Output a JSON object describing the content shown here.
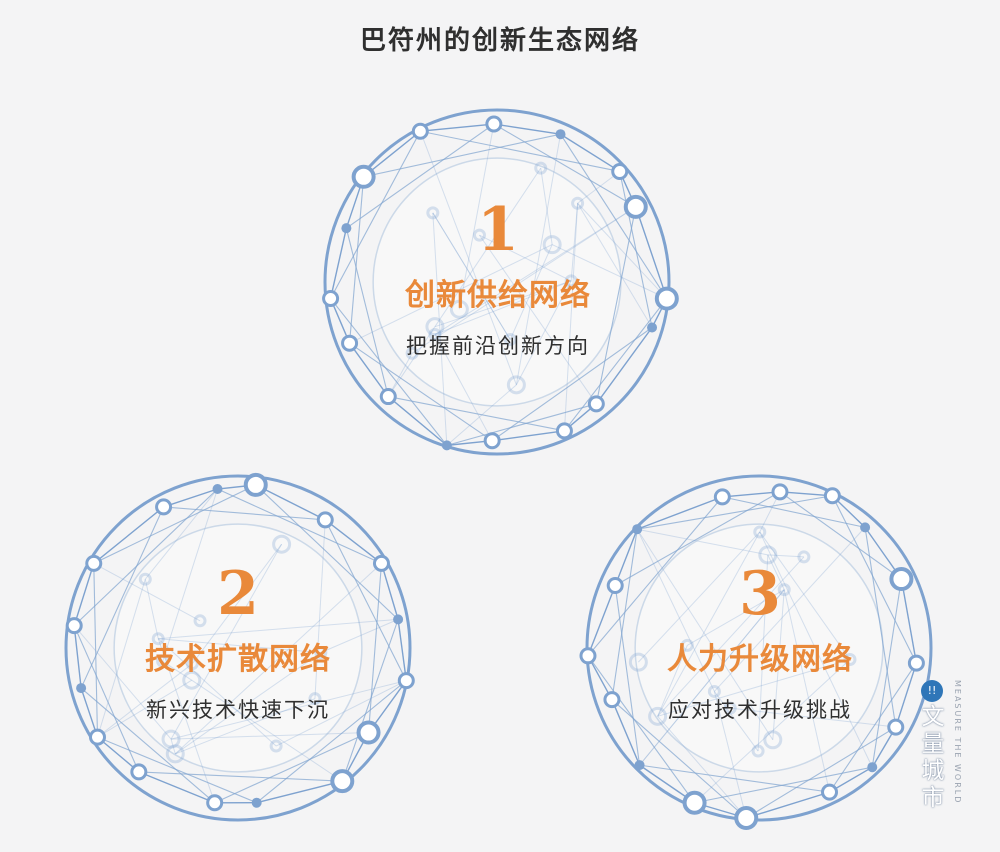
{
  "title": "巴符州的创新生态网络",
  "nodes": [
    {
      "number": "1",
      "title": "创新供给网络",
      "subtitle": "把握前沿创新方向"
    },
    {
      "number": "2",
      "title": "技术扩散网络",
      "subtitle": "新兴技术快速下沉"
    },
    {
      "number": "3",
      "title": "人力升级网络",
      "subtitle": "应对技术升级挑战"
    }
  ],
  "watermark": {
    "logo": "!!",
    "cn": "文量城市",
    "en": "MEASURE THE WORLD"
  },
  "colors": {
    "accent": "#e9893a",
    "network": "#7ea2cf",
    "text": "#2f2f2f",
    "background": "#f4f4f5"
  }
}
